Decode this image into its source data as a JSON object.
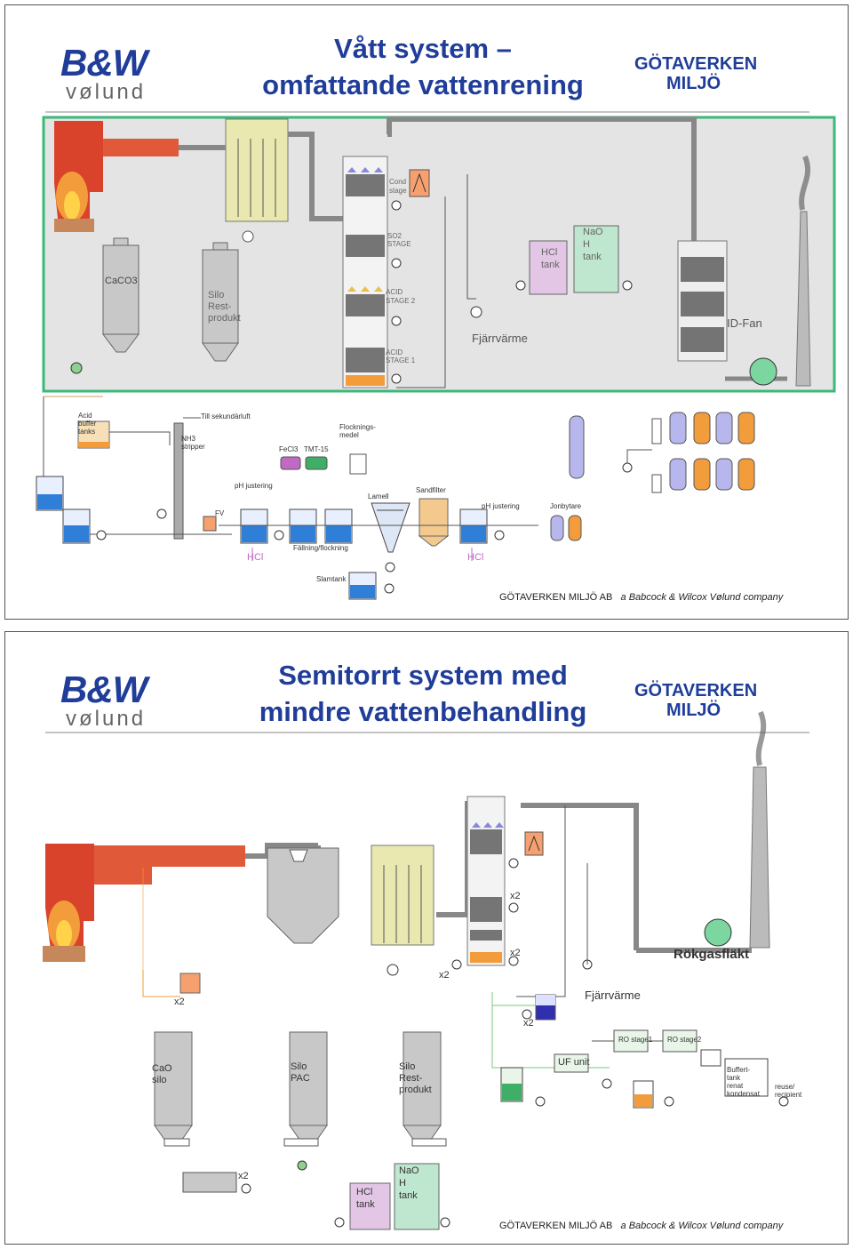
{
  "slide1": {
    "title_line1": "Vått system –",
    "title_line2": "omfattande vattenrening",
    "logo_left_main": "B&W",
    "logo_left_sub": "vølund",
    "logo_right_line1": "GÖTAVERKEN",
    "logo_right_line2": "MILJÖ",
    "labels": {
      "caco3": "CaCO3",
      "silo": "Silo",
      "rest": "Rest-",
      "produkt": "produkt",
      "cond": "Cond",
      "stage": "stage",
      "so2": "SO2",
      "so2_stage": "STAGE",
      "acid2_a": "ACID",
      "acid2_b": "STAGE 2",
      "acid1_a": "ACID",
      "acid1_b": "STAGE 1",
      "hcl_tank_a": "HCl",
      "hcl_tank_b": "tank",
      "naoh_a": "NaO",
      "naoh_b": "H",
      "naoh_c": "tank",
      "fjarrvarme": "Fjärrvärme",
      "idfan": "ID-Fan",
      "acid_buffer": "Acid",
      "buffer": "buffer",
      "tanks": "tanks",
      "till_sek": "Till sekundärluft",
      "nh3": "NH3",
      "stripper": "stripper",
      "fecl3": "FeCl3",
      "tmt": "TMT-15",
      "flock": "Flocknings-",
      "medel": "medel",
      "ph_just": "pH justering",
      "lamell": "Lamell",
      "sandfilter": "Sandfilter",
      "ph_just2": "pH justering",
      "jonbytare": "Jonbytare",
      "fv": "FV",
      "hcl1": "HCl",
      "falln": "Fällning/flockning",
      "hcl2": "HCl",
      "slamtank": "Slamtank"
    },
    "footer_company": "GÖTAVERKEN MILJÖ AB",
    "footer_tag": "a Babcock & Wilcox Vølund company"
  },
  "slide2": {
    "title_line1": "Semitorrt system med",
    "title_line2": "mindre vattenbehandling",
    "logo_left_main": "B&W",
    "logo_left_sub": "vølund",
    "logo_right_line1": "GÖTAVERKEN",
    "logo_right_line2": "MILJÖ",
    "labels": {
      "x2_a": "x2",
      "x2_b": "x2",
      "x2_c": "x2",
      "x2_d": "x2",
      "x2_e": "x2",
      "x2_f": "x2",
      "rokgasflakt": "Rökgasfläkt",
      "fjarrvarme": "Fjärrvärme",
      "ro_stage1": "RO stage1",
      "ro_stage2": "RO stage2",
      "uf_unit": "UF unit",
      "buffer_a": "Buffert-",
      "buffer_b": "tank",
      "buffer_c": "renat",
      "buffer_d": "kondensat",
      "reuse_a": "reuse/",
      "reuse_b": "recipient",
      "cao_a": "CaO",
      "cao_b": "silo",
      "pac_a": "Silo",
      "pac_b": "PAC",
      "rest_a": "Silo",
      "rest_b": "Rest-",
      "rest_c": "produkt",
      "hcl_a": "HCl",
      "hcl_b": "tank",
      "naoh_a": "NaO",
      "naoh_b": "H",
      "naoh_c": "tank"
    },
    "footer_company": "GÖTAVERKEN MILJÖ AB",
    "footer_tag": "a Babcock & Wilcox Vølund company"
  },
  "colors": {
    "title_blue": "#1f3d99",
    "frame_green": "#3cb878",
    "pipe_gray": "#555555",
    "hcl_tank": "#e3c6e6",
    "naoh_tank": "#bfe6cf",
    "boiler_red": "#d9432c",
    "filter_yellow": "#e8e8b0",
    "orange": "#f39c3b"
  },
  "icons": [
    "pump-icon",
    "mixer-icon",
    "heat-exchanger-icon",
    "fan-icon",
    "valve-icon"
  ]
}
